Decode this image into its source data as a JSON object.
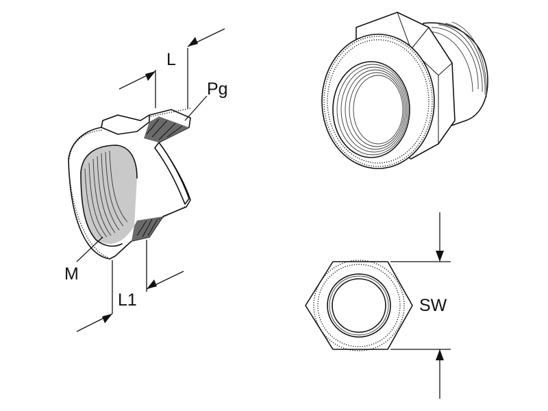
{
  "labels": {
    "length": "L",
    "pg_thread": "Pg",
    "metric_thread": "M",
    "length_1": "L1",
    "spanner_width": "SW"
  },
  "colors": {
    "line": "#111111",
    "shade": "#c9c9c9",
    "background": "#ffffff"
  }
}
